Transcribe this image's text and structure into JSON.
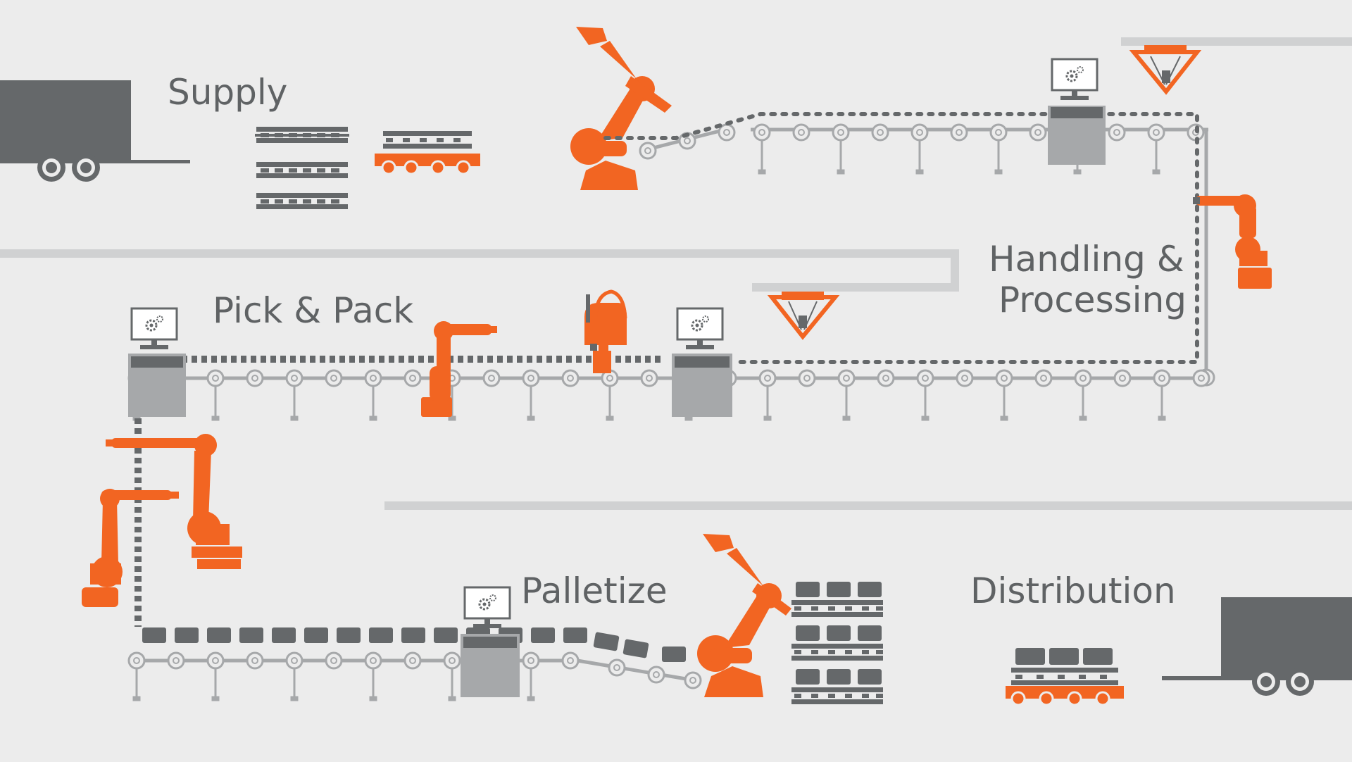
{
  "labels": {
    "supply": "Supply",
    "handling_line1": "Handling &",
    "handling_line2": "Processing",
    "pick_pack": "Pick & Pack",
    "palletize": "Palletize",
    "distribution": "Distribution"
  },
  "colors": {
    "background": "#ececec",
    "accent_orange": "#f26522",
    "dark_gray": "#65686a",
    "conveyor_gray": "#a6a8aa",
    "light_rail": "#d0d1d2",
    "label_text": "#5f6264"
  },
  "icons": [
    "truck-icon",
    "pallet-icon",
    "agv-cart-icon",
    "industrial-robot-icon",
    "delta-robot-icon",
    "scara-robot-icon",
    "control-monitor-icon",
    "gear-icon",
    "roller-icon",
    "product-box-icon"
  ]
}
